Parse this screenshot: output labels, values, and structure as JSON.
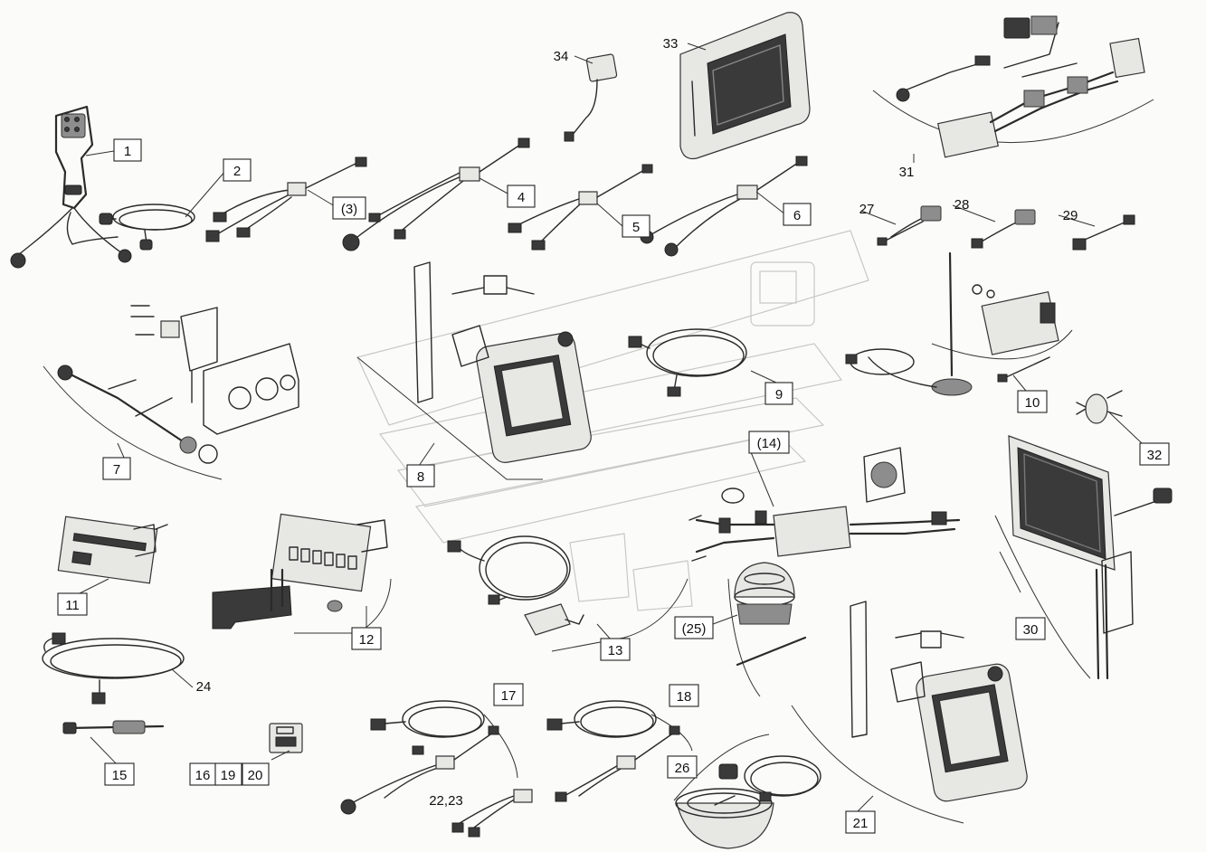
{
  "labels": {
    "l1": "1",
    "l2": "2",
    "l3": "(3)",
    "l4": "4",
    "l5": "5",
    "l6": "6",
    "l7": "7",
    "l8": "8",
    "l9": "9",
    "l10": "10",
    "l11": "11",
    "l12": "12",
    "l13": "13",
    "l14": "(14)",
    "l15": "15",
    "l16": "16",
    "l17": "17",
    "l18": "18",
    "l19": "19",
    "l20": "20",
    "l21": "21",
    "l2223": "22,23",
    "l24": "24",
    "l25": "(25)",
    "l26": "26",
    "l27": "27",
    "l28": "28",
    "l29": "29",
    "l30": "30",
    "l31": "31",
    "l32": "32",
    "l33": "33",
    "l34": "34"
  }
}
